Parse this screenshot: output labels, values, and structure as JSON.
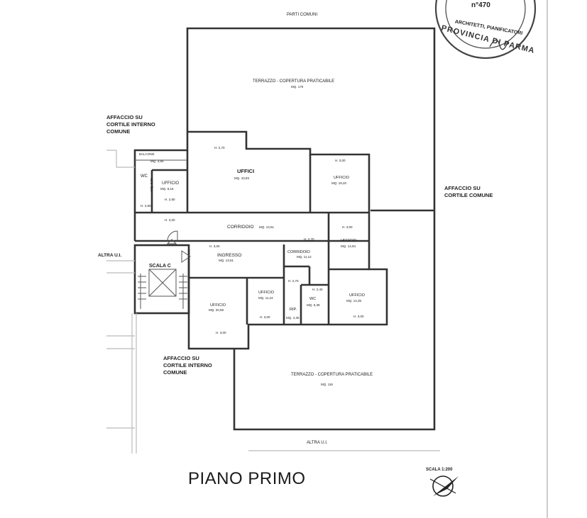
{
  "plan": {
    "title": "PIANO PRIMO",
    "scale_label": "SCALA 1:200",
    "stamp": {
      "number": "n°470",
      "text": "PROVINCIA DI PARMA",
      "text_inner": "ARCHITETTI, PIANIFICATORI"
    },
    "labels": {
      "parti_comuni": "PARTI COMUNI",
      "altra_ui_bottom": "ALTRA U.I.",
      "altra_ui_left": "ALTRA U.I.",
      "affaccio_top_left_1": "AFFACCIO SU",
      "affaccio_top_left_2": "CORTILE INTERNO",
      "affaccio_top_left_3": "COMUNE",
      "affaccio_right_1": "AFFACCIO SU",
      "affaccio_right_2": "CORTILE COMUNE",
      "affaccio_bottom_1": "AFFACCIO SU",
      "affaccio_bottom_2": "CORTILE INTERNO",
      "affaccio_bottom_3": "COMUNE",
      "scala": "SCALA C"
    },
    "rooms": {
      "terrazzo_top": {
        "name": "TERRAZZO - COPERTURA PRATICABILE",
        "area": "MQ. 170"
      },
      "terrazzo_bottom": {
        "name": "TERRAZZO - COPERTURA PRATICABILE",
        "area": "MQ. 116"
      },
      "balcone": {
        "name": "BALCONE",
        "area": "MQ. 3,94"
      },
      "wc1": {
        "name": "WC",
        "area": "MQ. 3,58",
        "height": "H. 2,80"
      },
      "ufficio_small": {
        "name": "UFFICIO",
        "area": "MQ. 8,16",
        "height": "H. 2,80"
      },
      "uffici": {
        "name": "UFFICI",
        "area": "MQ. 43,83",
        "height": "H. 2,70"
      },
      "ufficio_top_right": {
        "name": "UFFICIO",
        "area": "MQ. 19,20",
        "height": "H. 3,00"
      },
      "corridoio": {
        "name": "CORRIDOIO",
        "area": "MQ. 13,51",
        "height": "H. 3,00"
      },
      "ufficio_right_mid": {
        "name": "UFFICIO",
        "area": "MQ. 14,94",
        "height": "H. 3,00"
      },
      "ingresso": {
        "name": "INGRESSO",
        "area": "MQ. 13,61",
        "height": "H. 3,00"
      },
      "corridoio2": {
        "name": "CORRIDOIO",
        "area": "MQ. 11,12",
        "height": "H. 2,70"
      },
      "ufficio_left_bottom": {
        "name": "UFFICIO",
        "area": "MQ. 20,58",
        "height": "H. 3,00"
      },
      "ufficio_mid_bottom": {
        "name": "UFFICIO",
        "area": "MQ. 11,24",
        "height": "H. 3,00"
      },
      "rip": {
        "name": "RIP.",
        "area": "MQ. 4,35",
        "height": "H. 2,70"
      },
      "wc2": {
        "name": "WC",
        "area": "MQ. 6,39",
        "height": "H. 2,40"
      },
      "ufficio_right_bottom": {
        "name": "UFFICIO",
        "area": "MQ. 14,35",
        "height": "H. 3,00"
      }
    }
  }
}
